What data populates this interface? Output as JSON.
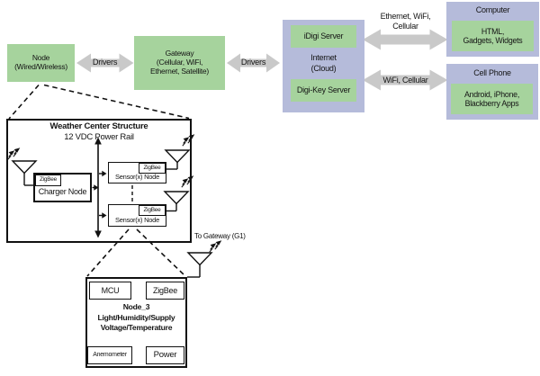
{
  "colors": {
    "box_green": "#a6d39d",
    "box_lavender": "#b5bbda",
    "arrow_gray": "#c9c9c9",
    "line_black": "#111111"
  },
  "top_flow": {
    "node_box": {
      "line1": "Node",
      "line2": "(Wired/Wireless)"
    },
    "drivers_label_1": "Drivers",
    "gateway_box": {
      "line1": "Gateway",
      "line2": "(Cellular, WiFi,",
      "line3": "Ethernet, Satellite)"
    },
    "drivers_label_2": "Drivers",
    "internet_box": {
      "idigi_label": "iDigi Server",
      "cloud_line1": "Internet",
      "cloud_line2": "(Cloud)",
      "digikey_label": "Digi-Key Server"
    },
    "ethernet_arrow": {
      "line1": "Ethernet, WiFi,",
      "line2": "Cellular"
    },
    "computer_box": {
      "title": "Computer",
      "line1": "HTML,",
      "line2": "Gadgets, Widgets"
    },
    "wifi_arrow": {
      "label": "WiFi, Cellular"
    },
    "cellphone_box": {
      "title": "Cell Phone",
      "line1": "Android, iPhone,",
      "line2": "Blackberry Apps"
    }
  },
  "weather_center": {
    "title": "Weather Center Structure",
    "subtitle": "12 VDC Power Rail",
    "charger_node": {
      "tab": "ZigBee",
      "label": "Charger Node"
    },
    "sensor_node_1": {
      "tab": "ZigBee",
      "label": "Sensor(x) Node"
    },
    "sensor_node_2": {
      "tab": "ZigBee",
      "label": "Sensor(x) Node"
    },
    "to_gateway_label": "To Gateway (G1)"
  },
  "node3": {
    "mcu_label": "MCU",
    "zigbee_label": "ZigBee",
    "title_line1": "Node_3",
    "title_line2": "Light/Humidity/Supply",
    "title_line3": "Voltage/Temperature",
    "anemometer_label": "Anemometer",
    "power_label": "Power"
  }
}
